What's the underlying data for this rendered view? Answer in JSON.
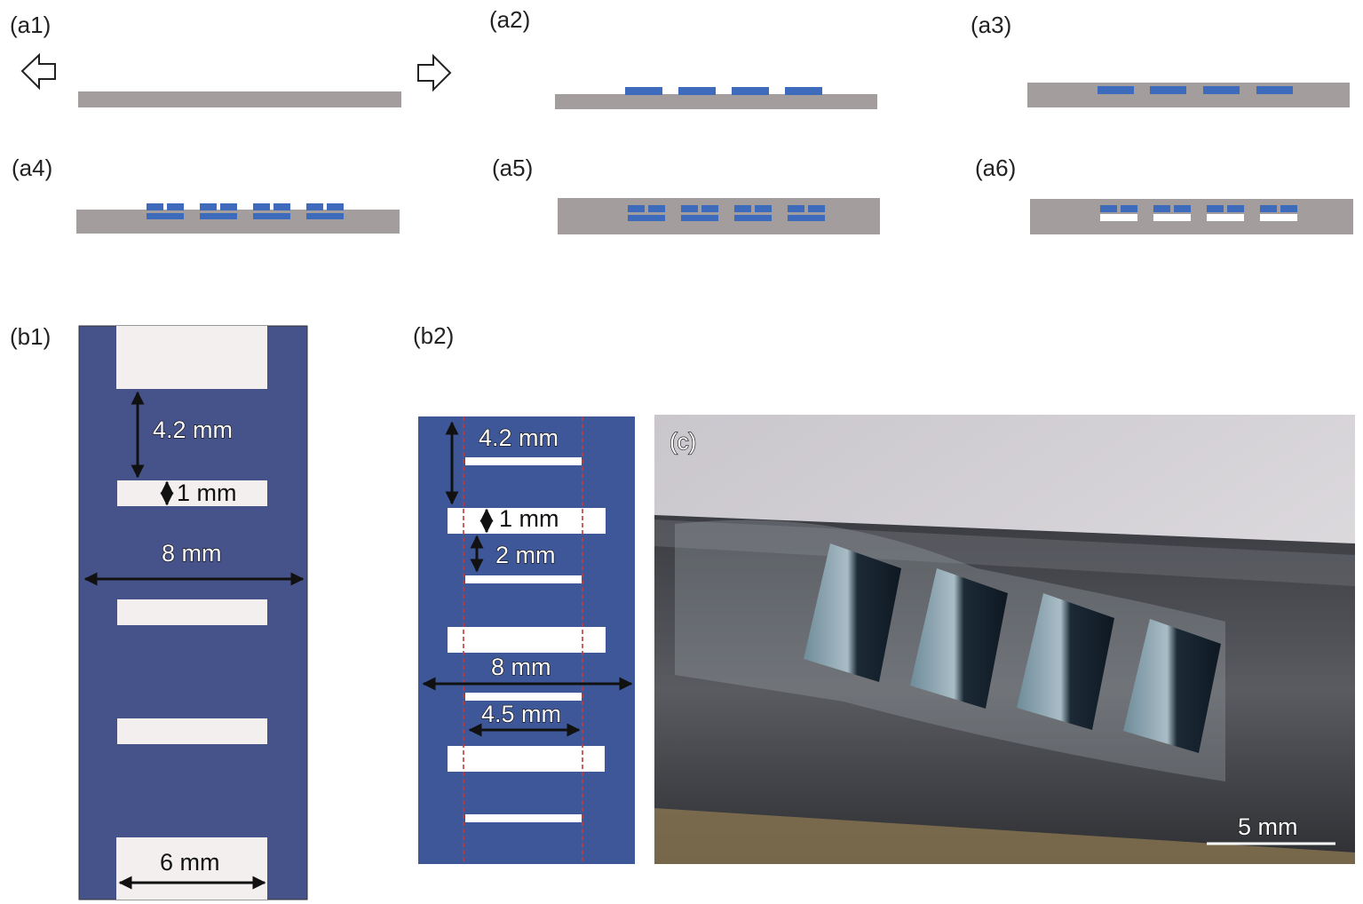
{
  "colors": {
    "substrate": "#a39d9d",
    "metal": "#3f6bbd",
    "fabric": "#46538a",
    "slot": "#f2efee",
    "dashed": "#c23a3a",
    "arrow": "#111111"
  },
  "labels": {
    "a1": "(a1)",
    "a2": "(a2)",
    "a3": "(a3)",
    "a4": "(a4)",
    "a5": "(a5)",
    "a6": "(a6)",
    "b1": "(b1)",
    "b2": "(b2)",
    "c": "(c)"
  },
  "icons": {
    "left_arrow": "outline-left-arrow-icon",
    "right_arrow": "outline-right-arrow-icon"
  },
  "b1": {
    "gap": "4.2 mm",
    "slot_width": "1 mm",
    "total_width": "8 mm",
    "slot_length": "6 mm"
  },
  "b2": {
    "gap": "4.2 mm",
    "slot_width": "1 mm",
    "spacing": "2 mm",
    "total_width": "8 mm",
    "inner_width": "4.5 mm"
  },
  "c": {
    "scale_bar": "5 mm"
  }
}
